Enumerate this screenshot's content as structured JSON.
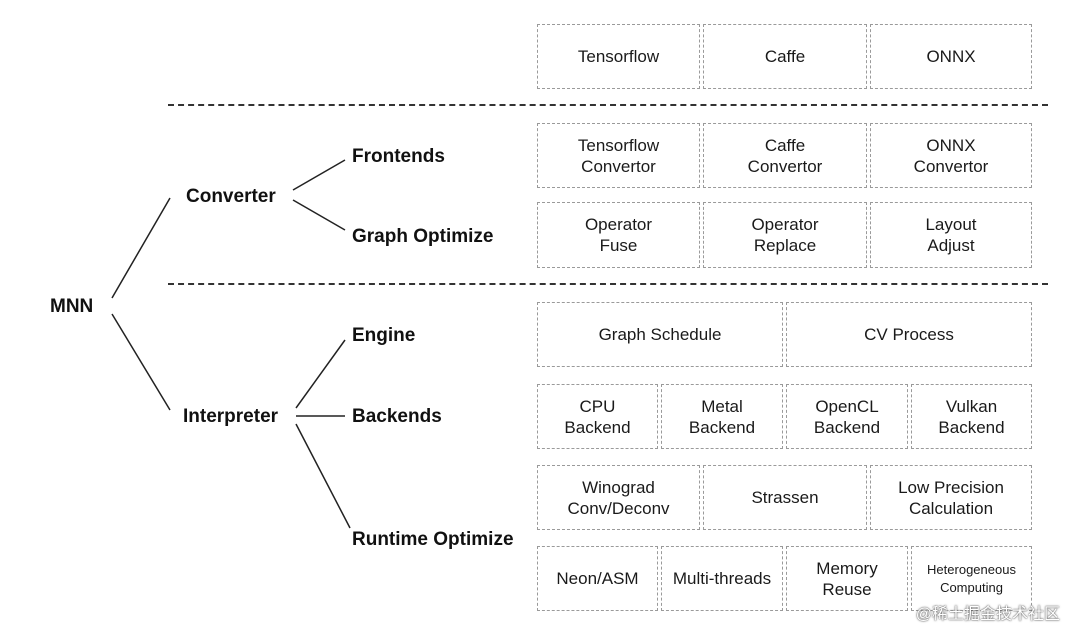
{
  "tree": {
    "root": "MNN",
    "converter": "Converter",
    "frontends": "Frontends",
    "graph_optimize": "Graph Optimize",
    "interpreter": "Interpreter",
    "engine": "Engine",
    "backends": "Backends",
    "runtime_optimize": "Runtime Optimize"
  },
  "frameworks": [
    "Tensorflow",
    "Caffe",
    "ONNX"
  ],
  "frontends_boxes": [
    "Tensorflow\nConvertor",
    "Caffe\nConvertor",
    "ONNX\nConvertor"
  ],
  "graph_optimize_boxes": [
    "Operator\nFuse",
    "Operator\nReplace",
    "Layout\nAdjust"
  ],
  "engine_boxes": [
    "Graph Schedule",
    "CV Process"
  ],
  "backend_boxes": [
    "CPU\nBackend",
    "Metal\nBackend",
    "OpenCL\nBackend",
    "Vulkan\nBackend"
  ],
  "runtime_row1": [
    "Winograd\nConv/Deconv",
    "Strassen",
    "Low Precision\nCalculation"
  ],
  "runtime_row2": [
    "Neon/ASM",
    "Multi-threads",
    "Memory\nReuse",
    "Heterogeneous\nComputing"
  ],
  "watermark": "@稀土掘金技术社区"
}
